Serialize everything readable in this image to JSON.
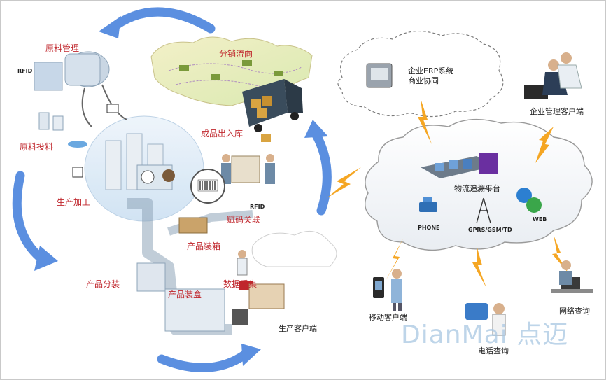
{
  "left_labels": {
    "raw_material_mgmt": "原料管理",
    "rfid_top": "RFID",
    "raw_material_feed": "原料投料",
    "production_processing": "生产加工",
    "distribution_flow": "分销流向",
    "finished_goods_io": "成品出入库",
    "code_association": "赋码关联",
    "rfid_mid": "RFID",
    "product_boxing": "产品装箱",
    "product_sorting": "产品分装",
    "product_cartoning": "产品装盒",
    "data_collection": "数据采集",
    "production_client": "生产客户端"
  },
  "right_labels": {
    "erp_line1": "企业ERP系统",
    "erp_line2": "商业协同",
    "enterprise_client": "企业管理客户端",
    "platform": "物流追溯平台",
    "phone": "PHONE",
    "gprs": "GPRS/GSM/TD",
    "web": "WEB",
    "mobile_client": "移动客户端",
    "network_query": "网络查询",
    "phone_query": "电话查询"
  },
  "watermark": "DianMai 点迈",
  "colors": {
    "cycle_arrow": "#4a86e8",
    "bolt": "#f5a623",
    "label_red": "#c0272d",
    "cloud_stroke": "#9a9a9a"
  }
}
